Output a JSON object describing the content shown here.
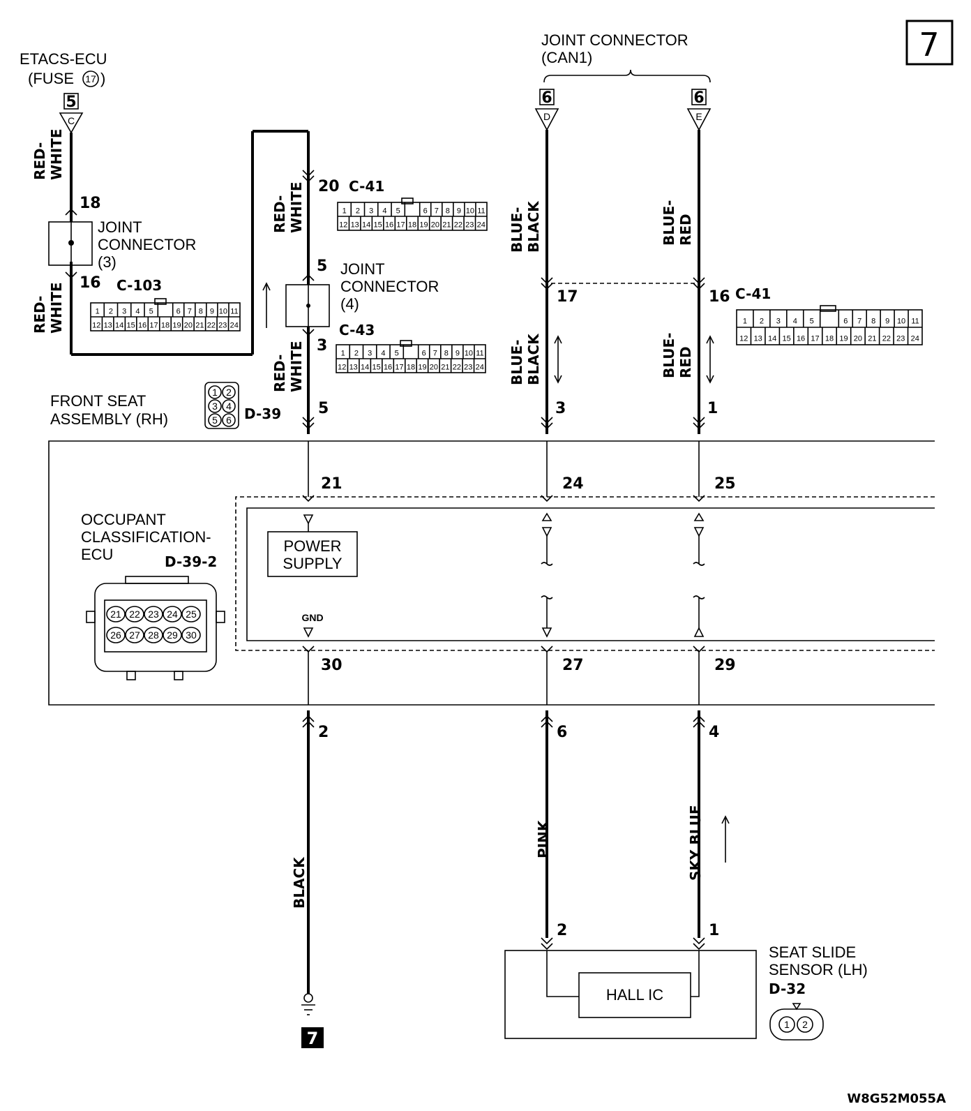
{
  "page_number": "7",
  "ground_ref": "7",
  "figure_code": "W8G52M055A",
  "etacs": {
    "line1": "ETACS-ECU",
    "line2": "(FUSE",
    "fuse_no": "17",
    "line2_end": ")",
    "box_no": "5",
    "tri_letter": "C"
  },
  "joint_can1": {
    "line1": "JOINT CONNECTOR",
    "line2": "(CAN1)",
    "box_d_no": "6",
    "letter_d": "D",
    "box_e_no": "6",
    "letter_e": "E"
  },
  "joint3": {
    "line1": "JOINT",
    "line2": "CONNECTOR",
    "line3": "(3)",
    "pin_top": "18",
    "pin_bottom": "16",
    "code": "C-103"
  },
  "joint4": {
    "line1": "JOINT",
    "line2": "CONNECTOR",
    "line3": "(4)",
    "pin_top": "5",
    "pin_bottom": "3",
    "code": "C-43"
  },
  "c41_mid": {
    "pin": "20",
    "code": "C-41"
  },
  "c41_right": {
    "code": "C-41",
    "pin_left": "17",
    "pin_right": "16"
  },
  "connector_pins": {
    "row1": [
      "1",
      "2",
      "3",
      "4",
      "5",
      "6",
      "7",
      "8",
      "9",
      "10",
      "11"
    ],
    "row2": [
      "12",
      "13",
      "14",
      "15",
      "16",
      "17",
      "18",
      "19",
      "20",
      "21",
      "22",
      "23",
      "24"
    ]
  },
  "front_seat": {
    "line1": "FRONT SEAT",
    "line2": "ASSEMBLY (RH)",
    "code": "D-39",
    "pins": [
      "1",
      "2",
      "3",
      "4",
      "5",
      "6"
    ]
  },
  "d39_pins": {
    "red_white": "5",
    "blue_black": "3",
    "blue_red": "1"
  },
  "ocu": {
    "line1": "OCCUPANT",
    "line2": "CLASSIFICATION-",
    "line3": "ECU",
    "code": "D-39-2",
    "pins_row1": [
      "21",
      "22",
      "23",
      "24",
      "25"
    ],
    "pins_row2": [
      "26",
      "27",
      "28",
      "29",
      "30"
    ]
  },
  "ecu_pins": {
    "top": [
      "21",
      "24",
      "25"
    ],
    "bottom": [
      "30",
      "27",
      "29"
    ]
  },
  "power_supply": {
    "line1": "POWER",
    "line2": "SUPPLY"
  },
  "gnd_label": "GND",
  "lower_pins": {
    "black": "2",
    "pink": "6",
    "sky_blue": "4"
  },
  "sensor": {
    "line1": "SEAT SLIDE",
    "line2": "SENSOR (LH)",
    "code": "D-32",
    "pin_left": "2",
    "pin_right": "1",
    "ic_label": "HALL IC",
    "pins": [
      "1",
      "2"
    ]
  },
  "wires": {
    "red_white_1": "RED-",
    "red_white_2": "WHITE",
    "blue_black_1": "BLUE-",
    "blue_black_2": "BLACK",
    "blue_red_1": "BLUE-",
    "blue_red_2": "RED",
    "black": "BLACK",
    "pink": "PINK",
    "sky_blue": "SKY BLUE"
  }
}
